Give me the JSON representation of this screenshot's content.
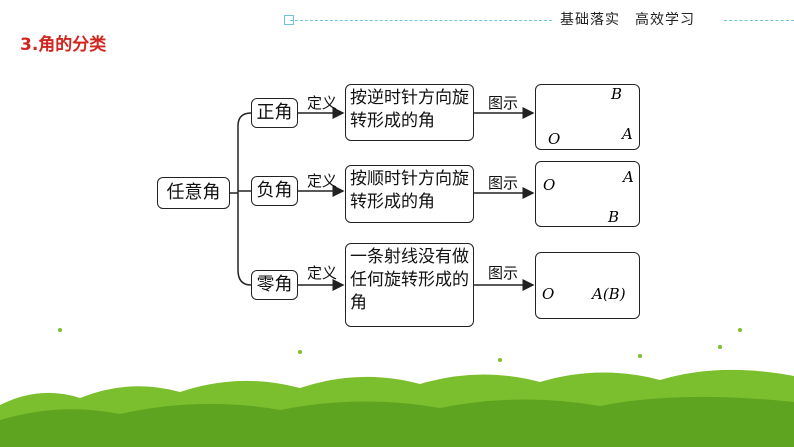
{
  "header": {
    "text": "基础落实　高效学习"
  },
  "section": {
    "title": "3.角的分类"
  },
  "root": {
    "label": "任意角"
  },
  "rows": [
    {
      "kind": "正角",
      "def_label": "定义",
      "definition": "按逆时针方向旋转形成的角",
      "fig_label": "图示",
      "points": {
        "O": "O",
        "A": "A",
        "B": "B"
      }
    },
    {
      "kind": "负角",
      "def_label": "定义",
      "definition": "按顺时针方向旋转形成的角",
      "fig_label": "图示",
      "points": {
        "O": "O",
        "A": "A",
        "B": "B"
      }
    },
    {
      "kind": "零角",
      "def_label": "定义",
      "definition": "一条射线没有做任何旋转形成的角",
      "fig_label": "图示",
      "points": {
        "O": "O",
        "AB": "A(B)"
      }
    }
  ],
  "colors": {
    "title": "#d1261f",
    "header_accent": "#6ec6d8",
    "grass": "#7cbf2e"
  }
}
